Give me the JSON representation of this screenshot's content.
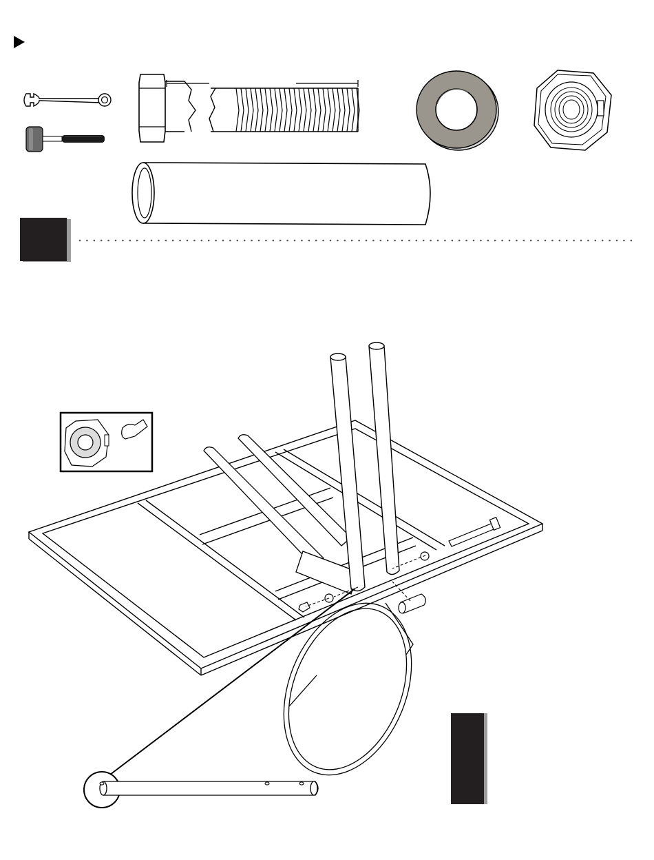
{
  "page": {
    "type": "assembly-instruction-step",
    "background": "#ffffff"
  },
  "header": {
    "marker_icon": "play-triangle-icon"
  },
  "tools": [
    {
      "name": "wrench",
      "icon": "wrench-icon"
    },
    {
      "name": "rubber-mallet",
      "icon": "mallet-icon"
    }
  ],
  "hardware": [
    {
      "icon": "hex-bolt-icon"
    },
    {
      "icon": "flat-washer-icon",
      "color": "#9a968d"
    },
    {
      "icon": "lock-nut-icon"
    },
    {
      "icon": "spacer-tube-icon"
    }
  ],
  "step": {
    "number_block_color": "#231f20",
    "number_block_shadow": "#9d9d9d",
    "separator_style": "dotted"
  },
  "diagram": {
    "icons": [
      "backboard-frame-icon",
      "rim-icon",
      "support-arm-icon",
      "tighten-nut-detail-icon",
      "arm-hole-detail-icon"
    ]
  },
  "side_tab": {
    "color": "#231f20",
    "shadow": "#9d9d9d"
  }
}
